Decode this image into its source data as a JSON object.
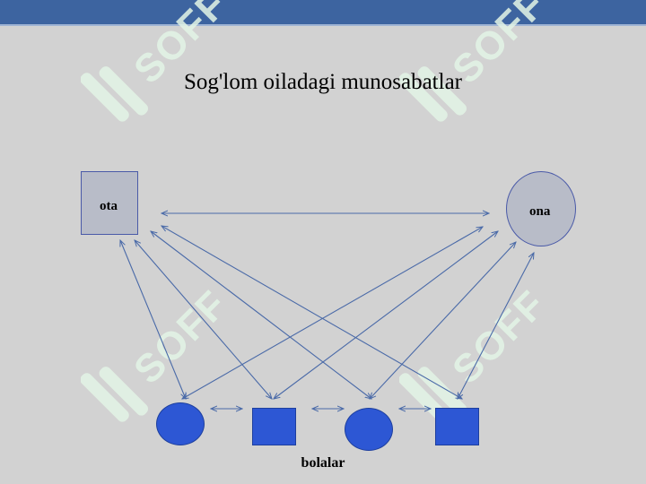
{
  "title": "Sog'lom oiladagi munosabatlar",
  "watermark": {
    "text": "SOFF",
    "color": "#e3f5e6"
  },
  "parents": {
    "father": {
      "label": "ota",
      "shape": "square"
    },
    "mother": {
      "label": "ona",
      "shape": "circle"
    }
  },
  "children": {
    "label": "bolalar",
    "items": [
      {
        "shape": "circle"
      },
      {
        "shape": "square"
      },
      {
        "shape": "circle"
      },
      {
        "shape": "square"
      }
    ]
  },
  "colors": {
    "header": "#3d64a0",
    "background": "#d2d2d2",
    "parent_fill": "#b8bcc8",
    "child_fill": "#2d57d4",
    "arrow": "#4a6aa8"
  }
}
